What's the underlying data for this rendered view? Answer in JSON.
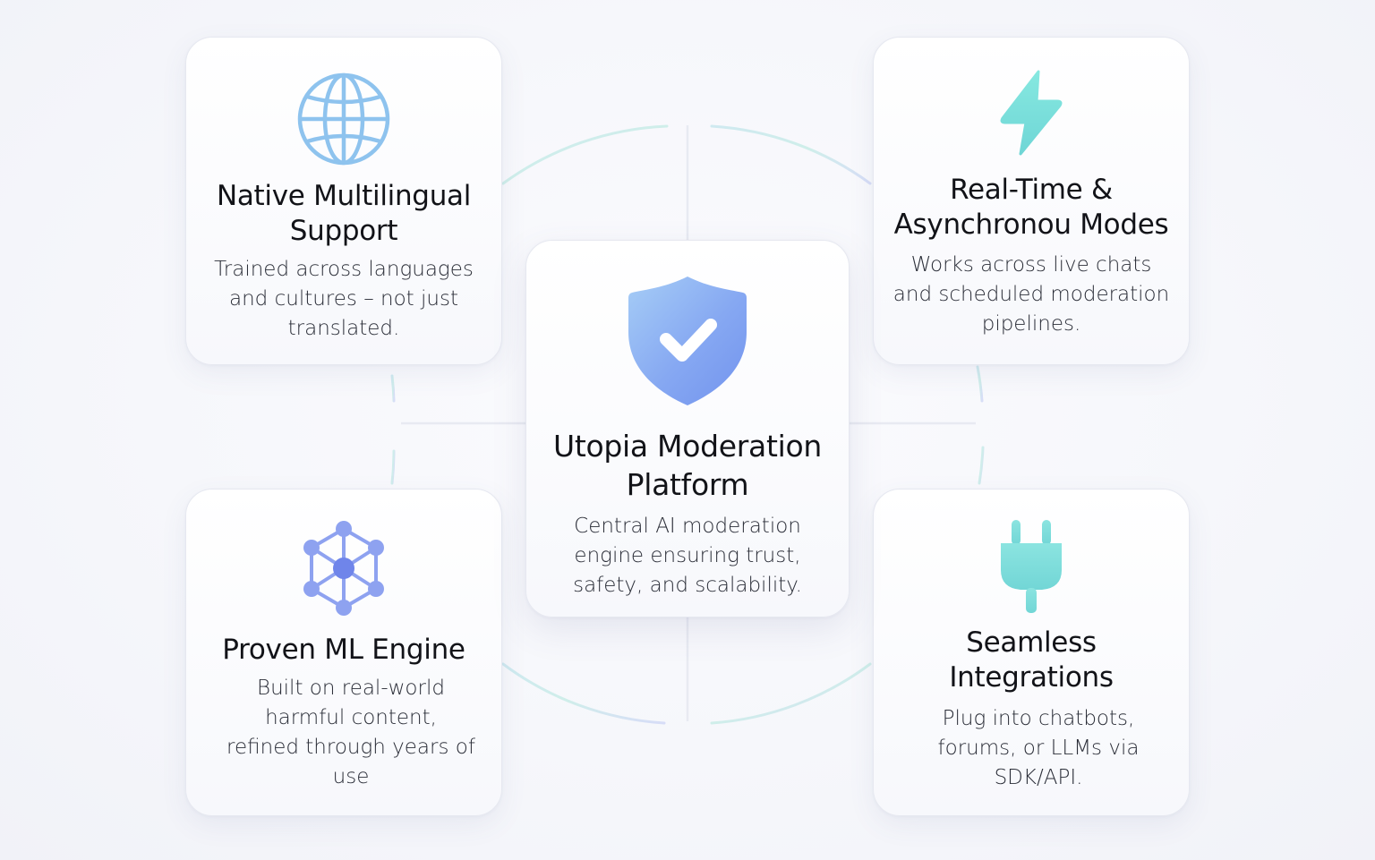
{
  "center": {
    "title": "Utopia Moderation Platform",
    "description": "Central AI moderation engine ensuring trust, safety, and scalability.",
    "icon": "shield-check-icon"
  },
  "features": [
    {
      "id": "multilingual",
      "title": "Native Multilingual Support",
      "description": "Trained across languages and cultures – not just translated.",
      "icon": "globe-icon"
    },
    {
      "id": "realtime",
      "title": "Real-Time & Asynchronou Modes",
      "description": "Works across live chats and scheduled moderation pipelines.",
      "icon": "lightning-bolt-icon"
    },
    {
      "id": "ml-engine",
      "title": "Proven ML Engine",
      "description": "Built on real-world harmful content, refined through years of use",
      "icon": "network-graph-icon"
    },
    {
      "id": "integrations",
      "title": "Seamless Integrations",
      "description": "Plug into chatbots, forums, or LLMs via SDK/API.",
      "icon": "plug-icon"
    }
  ],
  "colors": {
    "blue_accent": "#6f8fee",
    "cyan_accent": "#72ded8",
    "globe": "#8ec3ee",
    "connector_blue": "#cfd8f6",
    "connector_cyan": "#cdeeee"
  }
}
